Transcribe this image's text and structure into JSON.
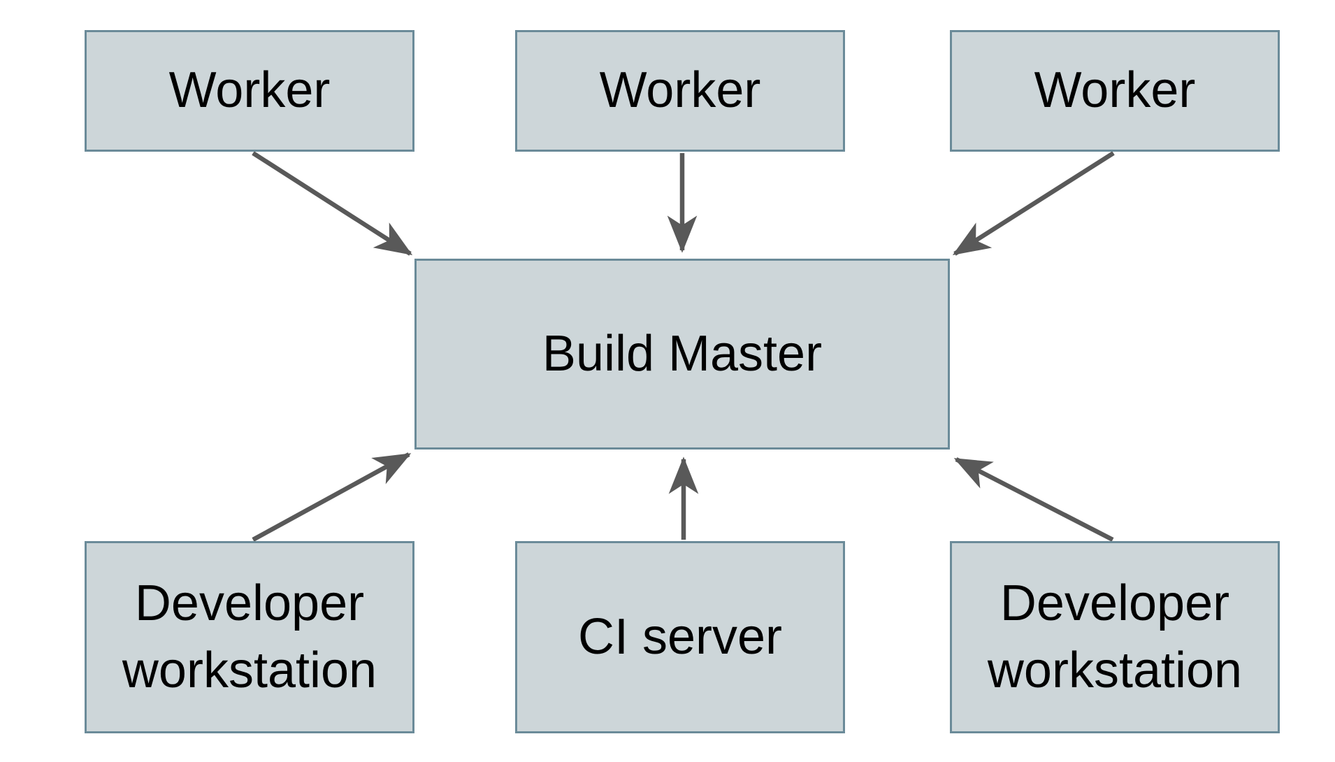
{
  "diagram_type": "architecture-diagram",
  "nodes": {
    "worker_1": {
      "label": "Worker"
    },
    "worker_2": {
      "label": "Worker"
    },
    "worker_3": {
      "label": "Worker"
    },
    "build_master": {
      "label": "Build Master"
    },
    "dev_left": {
      "label": "Developer workstation"
    },
    "ci_server": {
      "label": "CI server"
    },
    "dev_right": {
      "label": "Developer workstation"
    }
  },
  "edges": [
    {
      "from": "worker_1",
      "to": "build_master"
    },
    {
      "from": "worker_2",
      "to": "build_master"
    },
    {
      "from": "worker_3",
      "to": "build_master"
    },
    {
      "from": "dev_left",
      "to": "build_master"
    },
    {
      "from": "ci_server",
      "to": "build_master"
    },
    {
      "from": "dev_right",
      "to": "build_master"
    }
  ],
  "colors": {
    "node_fill": "#cdd6d9",
    "node_border": "#6b8b99",
    "arrow": "#595959",
    "text": "#000000",
    "background": "#ffffff"
  }
}
